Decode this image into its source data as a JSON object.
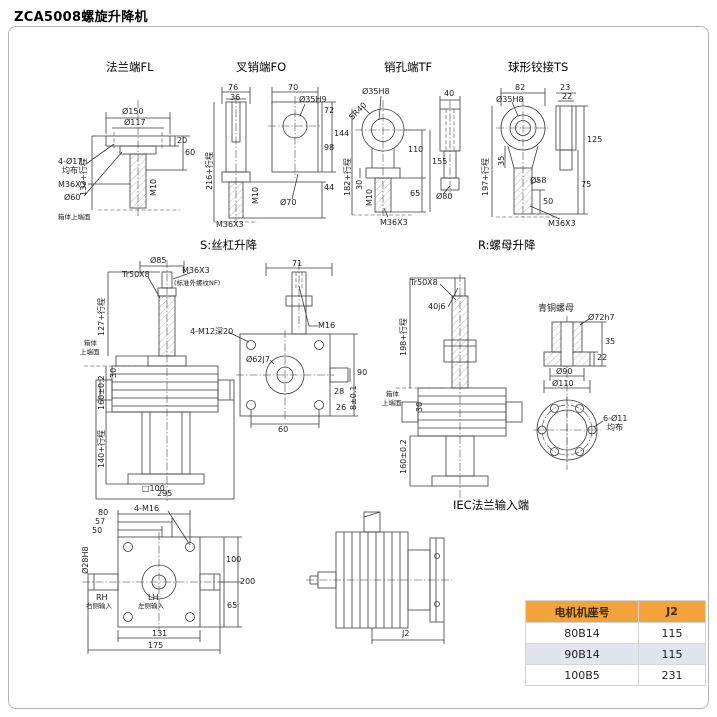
{
  "page_title": "ZCA5008螺旋升降机",
  "colors": {
    "table_header_bg": "#f2a33c",
    "table_alt_row_bg": "#e2e5ee",
    "drawing_line": "#3a3a3a"
  },
  "top_views": {
    "fl": {
      "title": "法兰端FL",
      "dims": {
        "dia150": "Ø150",
        "dia117": "Ø117",
        "holes": "4-Ø17",
        "holes_note": "均布",
        "thread": "M36X3",
        "dia60": "Ø60",
        "stroke": "132+行程",
        "housing_face": "箱体上端面",
        "t20": "20",
        "t60": "60",
        "m10": "M10"
      }
    },
    "fo": {
      "title": "叉销端FO",
      "dims": {
        "w76": "76",
        "w36": "36",
        "w70": "70",
        "hole": "Ø35H9",
        "h72": "72",
        "h98": "98",
        "h144": "144",
        "h44": "44",
        "stroke": "216+行程",
        "m10": "M10",
        "thread": "M36X3",
        "dia70": "Ø70"
      }
    },
    "tf": {
      "title": "销孔端TF",
      "dims": {
        "hole": "Ø35H8",
        "sr40": "SR40",
        "w40": "40",
        "h110": "110",
        "h65": "65",
        "h155": "155",
        "stroke": "182+行程",
        "m10": "M10",
        "thread": "M36X3",
        "dia80": "Ø80",
        "h30": "30"
      }
    },
    "ts": {
      "title": "球形铰接TS",
      "dims": {
        "w82": "82",
        "hole": "Ø35H8",
        "w23": "23",
        "w22": "22",
        "h125": "125",
        "h75": "75",
        "stroke": "197+行程",
        "dia58": "Ø58",
        "thread": "M36X3",
        "h50": "50",
        "h35": "35"
      }
    }
  },
  "s_section": {
    "title": "S:丝杠升降",
    "dims": {
      "dia85": "Ø85",
      "screw": "Tr50X8",
      "thread": "M36X3",
      "thread_note": "(标准外螺纹NF)",
      "stroke_top": "127+行程",
      "housing1": "箱体",
      "housing2": "上端面",
      "h30": "30",
      "h160": "160±0.2",
      "stroke_bottom": "140+行程",
      "base": "□100",
      "w295": "295",
      "holes": "4-M12深20",
      "w71": "71",
      "m16": "M16",
      "bore": "Ø62J7",
      "h90": "90",
      "w60": "60",
      "d28": "28",
      "key": "8±0.1",
      "d26": "26"
    }
  },
  "r_section": {
    "title": "R:螺母升降",
    "dims": {
      "screw": "Tr50X8",
      "tip": "40j6",
      "stroke": "198+行程",
      "housing1": "箱体",
      "housing2": "上端面",
      "h30": "30",
      "h160": "160±0.2"
    },
    "nut": {
      "title": "青铜螺母",
      "dims": {
        "dia72": "Ø72h7",
        "t22": "22",
        "t35": "35",
        "dia90": "Ø90",
        "dia110": "Ø110",
        "holes": "6-Ø11",
        "holes_note": "均布"
      }
    }
  },
  "bottom_view": {
    "dims": {
      "w80": "80",
      "w57": "57",
      "w50": "50",
      "holes": "4-M16",
      "bore": "Ø28H8",
      "h100": "100",
      "h200": "200",
      "h65": "65",
      "w131": "131",
      "w175": "175"
    },
    "labels": {
      "rh": "RH",
      "rh_note": "右侧输入",
      "lh": "LH",
      "lh_note": "左侧输入"
    }
  },
  "iec": {
    "title": "IEC法兰输入端",
    "dim_j2": "J2"
  },
  "table": {
    "headers": [
      "电机机座号",
      "J2"
    ],
    "rows": [
      [
        "80B14",
        "115"
      ],
      [
        "90B14",
        "115"
      ],
      [
        "100B5",
        "231"
      ]
    ]
  }
}
